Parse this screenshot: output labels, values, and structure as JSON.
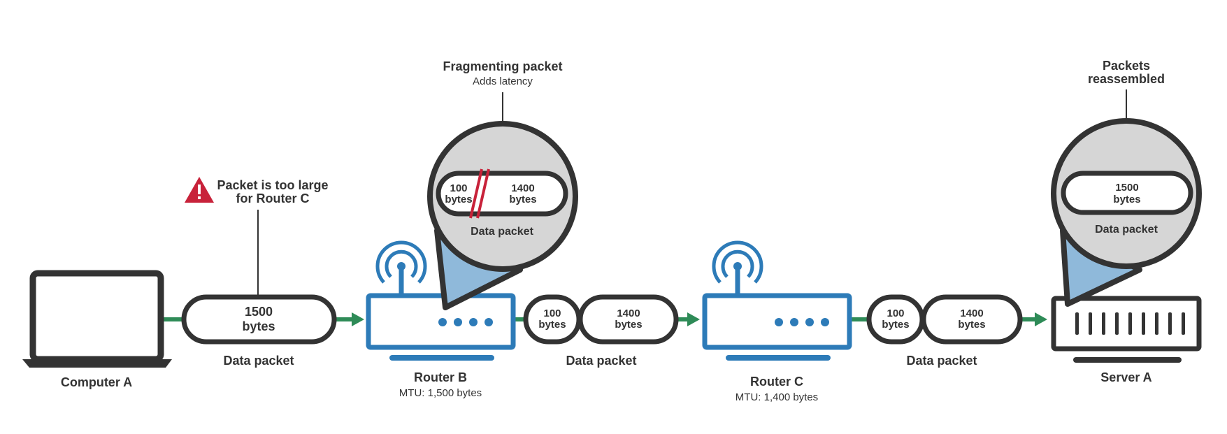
{
  "colors": {
    "dark": "#333333",
    "router_blue": "#2d7bb8",
    "arrow_green": "#2e8b57",
    "warning_red": "#c8223a",
    "bubble_gray": "#d6d6d6",
    "cone_blue": "#8fb9da"
  },
  "icons": {
    "laptop": "laptop-icon",
    "router": "router-icon",
    "server": "server-icon",
    "warning": "warning-triangle-icon",
    "wifi": "wifi-signal-icon",
    "magnifier": "magnifier-bubble"
  },
  "computer_a": {
    "label": "Computer A"
  },
  "packet_1": {
    "size": "1500",
    "unit": "bytes",
    "label": "Data packet"
  },
  "warning": {
    "line1": "Packet is too large",
    "line2": "for Router C"
  },
  "router_b": {
    "name": "Router B",
    "mtu": "MTU: 1,500 bytes"
  },
  "fragmenting": {
    "title": "Fragmenting packet",
    "subtitle": "Adds latency",
    "small_size": "100",
    "small_unit": "bytes",
    "large_size": "1400",
    "large_unit": "bytes",
    "label": "Data packet"
  },
  "packet_2": {
    "small_size": "100",
    "small_unit": "bytes",
    "large_size": "1400",
    "large_unit": "bytes",
    "label": "Data packet"
  },
  "router_c": {
    "name": "Router C",
    "mtu": "MTU: 1,400 bytes"
  },
  "packet_3": {
    "small_size": "100",
    "small_unit": "bytes",
    "large_size": "1400",
    "large_unit": "bytes",
    "label": "Data packet"
  },
  "reassembled": {
    "line1": "Packets",
    "line2": "reassembled",
    "size": "1500",
    "unit": "bytes",
    "label": "Data packet"
  },
  "server_a": {
    "label": "Server A"
  }
}
